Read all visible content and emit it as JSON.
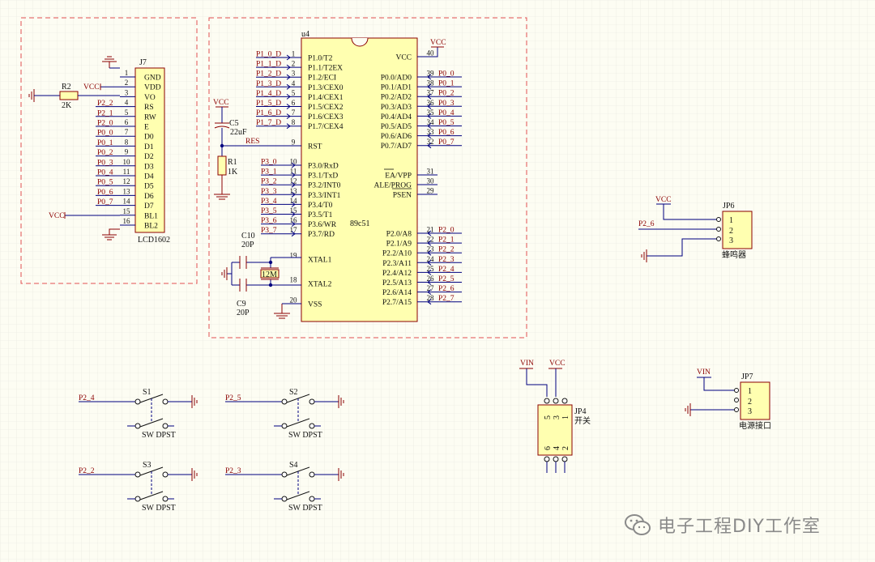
{
  "lcd": {
    "ref": "J7",
    "part": "LCD1602",
    "pins": [
      {
        "num": "1",
        "name": "GND",
        "net": ""
      },
      {
        "num": "2",
        "name": "VDD",
        "net": "VCC"
      },
      {
        "num": "3",
        "name": "VO",
        "net": ""
      },
      {
        "num": "4",
        "name": "RS",
        "net": "P2_2"
      },
      {
        "num": "5",
        "name": "RW",
        "net": "P2_1"
      },
      {
        "num": "6",
        "name": "E",
        "net": "P2_0"
      },
      {
        "num": "7",
        "name": "D0",
        "net": "P0_0"
      },
      {
        "num": "8",
        "name": "D1",
        "net": "P0_1"
      },
      {
        "num": "9",
        "name": "D2",
        "net": "P0_2"
      },
      {
        "num": "10",
        "name": "D3",
        "net": "P0_3"
      },
      {
        "num": "11",
        "name": "D4",
        "net": "P0_4"
      },
      {
        "num": "12",
        "name": "D5",
        "net": "P0_5"
      },
      {
        "num": "13",
        "name": "D6",
        "net": "P0_6"
      },
      {
        "num": "14",
        "name": "D7",
        "net": "P0_7"
      },
      {
        "num": "15",
        "name": "BL1",
        "net": ""
      },
      {
        "num": "16",
        "name": "BL2",
        "net": ""
      }
    ],
    "vcc_bl": "VCC"
  },
  "r2": {
    "ref": "R2",
    "value": "2K"
  },
  "mcu": {
    "ref": "u4",
    "part": "89c51",
    "left_pins": [
      {
        "num": "1",
        "name": "P1.0/T2",
        "net": "P1_0_D"
      },
      {
        "num": "2",
        "name": "P1.1/T2EX",
        "net": "P1_1_D"
      },
      {
        "num": "3",
        "name": "P1.2/ECI",
        "net": "P1_2_D"
      },
      {
        "num": "4",
        "name": "P1.3/CEX0",
        "net": "P1_3_D"
      },
      {
        "num": "5",
        "name": "P1.4/CEX1",
        "net": "P1_4_D"
      },
      {
        "num": "6",
        "name": "P1.5/CEX2",
        "net": "P1_5_D"
      },
      {
        "num": "7",
        "name": "P1.6/CEX3",
        "net": "P1_6_D"
      },
      {
        "num": "8",
        "name": "P1.7/CEX4",
        "net": "P1_7_D"
      },
      {
        "num": "9",
        "name": "RST",
        "net": "RES"
      },
      {
        "num": "10",
        "name": "P3.0/RxD",
        "net": "P3_0"
      },
      {
        "num": "11",
        "name": "P3.1/TxD",
        "net": "P3_1"
      },
      {
        "num": "12",
        "name": "P3.2/INT0",
        "net": "P3_2"
      },
      {
        "num": "13",
        "name": "P3.3/INT1",
        "net": "P3_3"
      },
      {
        "num": "14",
        "name": "P3.4/T0",
        "net": "P3_4"
      },
      {
        "num": "15",
        "name": "P3.5/T1",
        "net": "P3_5"
      },
      {
        "num": "16",
        "name": "P3.6/WR",
        "net": "P3_6"
      },
      {
        "num": "17",
        "name": "P3.7/RD",
        "net": "P3_7"
      },
      {
        "num": "19",
        "name": "XTAL1",
        "net": ""
      },
      {
        "num": "18",
        "name": "XTAL2",
        "net": ""
      },
      {
        "num": "20",
        "name": "VSS",
        "net": ""
      }
    ],
    "right_pins": [
      {
        "num": "40",
        "name": "VCC",
        "net": "VCC"
      },
      {
        "num": "39",
        "name": "P0.0/AD0",
        "net": "P0_0"
      },
      {
        "num": "38",
        "name": "P0.1/AD1",
        "net": "P0_1"
      },
      {
        "num": "37",
        "name": "P0.2/AD2",
        "net": "P0_2"
      },
      {
        "num": "36",
        "name": "P0.3/AD3",
        "net": "P0_3"
      },
      {
        "num": "35",
        "name": "P0.4/AD4",
        "net": "P0_4"
      },
      {
        "num": "34",
        "name": "P0.5/AD5",
        "net": "P0_5"
      },
      {
        "num": "33",
        "name": "P0.6/AD6",
        "net": "P0_6"
      },
      {
        "num": "32",
        "name": "P0.7/AD7",
        "net": "P0_7"
      },
      {
        "num": "31",
        "name": "EA/VPP",
        "net": ""
      },
      {
        "num": "30",
        "name": "ALE/PROG",
        "net": ""
      },
      {
        "num": "29",
        "name": "PSEN",
        "net": ""
      },
      {
        "num": "21",
        "name": "P2.0/A8",
        "net": "P2_0"
      },
      {
        "num": "22",
        "name": "P2.1/A9",
        "net": "P2_1"
      },
      {
        "num": "23",
        "name": "P2.2/A10",
        "net": "P2_2"
      },
      {
        "num": "24",
        "name": "P2.3/A11",
        "net": "P2_3"
      },
      {
        "num": "25",
        "name": "P2.4/A12",
        "net": "P2_4"
      },
      {
        "num": "26",
        "name": "P2.5/A13",
        "net": "P2_5"
      },
      {
        "num": "27",
        "name": "P2.6/A14",
        "net": "P2_6"
      },
      {
        "num": "28",
        "name": "P2.7/A15",
        "net": "P2_7"
      }
    ]
  },
  "reset": {
    "vcc": "VCC",
    "c_ref": "C5",
    "c_value": "22uF",
    "r_ref": "R1",
    "r_value": "1K"
  },
  "crystal": {
    "c10_ref": "C10",
    "c10_value": "20P",
    "c9_ref": "C9",
    "c9_value": "20P",
    "xtal": "12M"
  },
  "buzzer": {
    "ref": "JP6",
    "label": "蜂鸣器",
    "vcc": "VCC",
    "net": "P2_6",
    "pins": [
      "1",
      "2",
      "3"
    ]
  },
  "power_switch": {
    "ref": "JP4",
    "label": "开关",
    "vin": "VIN",
    "vcc": "VCC",
    "pins_top": [
      "5",
      "3",
      "1"
    ],
    "pins_bottom": [
      "6",
      "4",
      "2"
    ]
  },
  "power_jack": {
    "ref": "JP7",
    "label": "电源接口",
    "vin": "VIN",
    "pins": [
      "1",
      "2",
      "3"
    ]
  },
  "switches": [
    {
      "ref": "S1",
      "net": "P2_4",
      "type": "SW DPST"
    },
    {
      "ref": "S2",
      "net": "P2_5",
      "type": "SW DPST"
    },
    {
      "ref": "S3",
      "net": "P2_2",
      "type": "SW DPST"
    },
    {
      "ref": "S4",
      "net": "P2_3",
      "type": "SW DPST"
    }
  ],
  "watermark": "电子工程DIY工作室",
  "colors": {
    "background": "#fdfdf3",
    "wire": "#00007f",
    "component": "#8b0000",
    "chip_fill": "#ffffb0",
    "grid": "#e6e6dd",
    "dash": "#e15050"
  }
}
